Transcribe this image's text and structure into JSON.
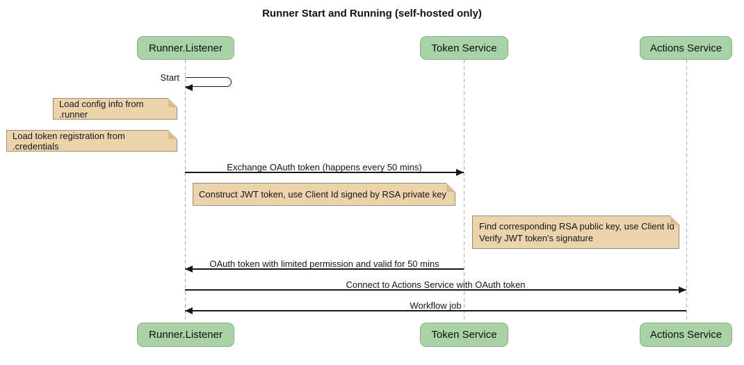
{
  "title": "Runner Start and Running (self-hosted only)",
  "participants": [
    {
      "label": "Runner.Listener"
    },
    {
      "label": "Token Service"
    },
    {
      "label": "Actions Service"
    }
  ],
  "messages": [
    {
      "label": "Start",
      "from": "Runner.Listener",
      "to": "Runner.Listener",
      "type": "self"
    },
    {
      "label": "Exchange OAuth token (happens every 50 mins)",
      "from": "Runner.Listener",
      "to": "Token Service"
    },
    {
      "label": "OAuth token with limited permission and valid for 50 mins",
      "from": "Token Service",
      "to": "Runner.Listener"
    },
    {
      "label": "Connect to Actions Service with OAuth token",
      "from": "Runner.Listener",
      "to": "Actions Service"
    },
    {
      "label": "Workflow job",
      "from": "Actions Service",
      "to": "Runner.Listener"
    }
  ],
  "notes": [
    {
      "text": "Load config info from .runner"
    },
    {
      "text": "Load token registration from .credentials"
    },
    {
      "text": "Construct JWT token, use Client Id signed by RSA private key"
    },
    {
      "lines": [
        "Find corresponding RSA public key, use Client Id",
        "Verify JWT token's signature"
      ]
    }
  ],
  "colors": {
    "participant_fill": "#a9d3a7",
    "note_fill": "#ebd3ac",
    "note_border": "#998a73",
    "lifeline": "#ababab",
    "arrow": "#181818"
  }
}
